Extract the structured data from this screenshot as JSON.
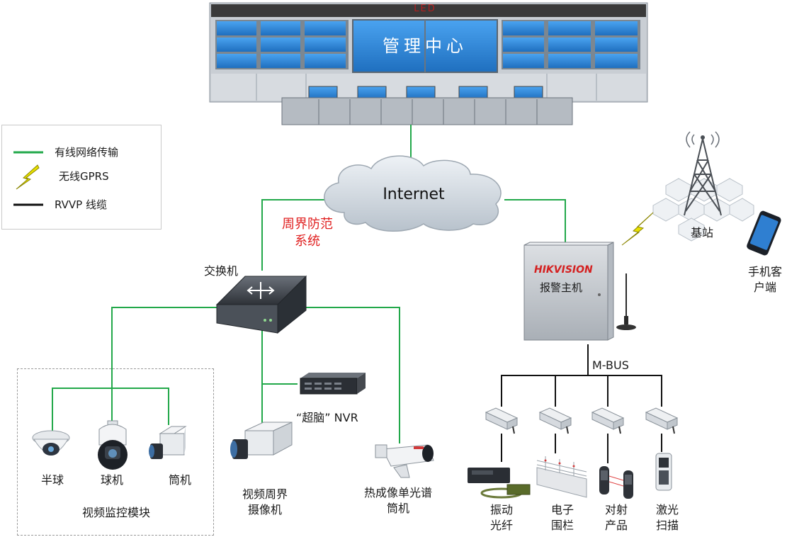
{
  "management_center": {
    "sign": "LED",
    "title": "管理中心"
  },
  "internet": {
    "label": "Internet"
  },
  "legend": {
    "items": [
      {
        "label": "有线网络传输",
        "color": "#22a84a"
      },
      {
        "label": "无线GPRS",
        "color": "#e8e000"
      },
      {
        "label": "RVVP 线缆",
        "color": "#111111"
      }
    ]
  },
  "perimeter_system": {
    "line1": "周界防范",
    "line2": "系统"
  },
  "switch": {
    "label": "交换机"
  },
  "nvr": {
    "label": "“超脑” NVR"
  },
  "video_module": {
    "title": "视频监控模块",
    "devices": [
      {
        "label": "半球"
      },
      {
        "label": "球机"
      },
      {
        "label": "筒机"
      }
    ]
  },
  "perimeter_camera": {
    "line1": "视频周界",
    "line2": "摄像机"
  },
  "thermal_camera": {
    "line1": "热成像单光谱",
    "line2": "筒机"
  },
  "alarm_host": {
    "brand": "HIKVISION",
    "label": "报警主机",
    "bus": "M-BUS"
  },
  "base_station": {
    "label": "基站"
  },
  "mobile_client": {
    "line1": "手机客",
    "line2": "户端"
  },
  "detectors": [
    {
      "line1": "振动",
      "line2": "光纤"
    },
    {
      "line1": "电子",
      "line2": "围栏"
    },
    {
      "line1": "对射",
      "line2": "产品"
    },
    {
      "line1": "激光",
      "line2": "扫描"
    }
  ],
  "colors": {
    "wired": "#22a84a",
    "wireless": "#e8e000",
    "rvvp": "#111111",
    "building_glass": "#2f86d6",
    "building_frame": "#9aa3ad",
    "accent_red": "#e02020"
  }
}
